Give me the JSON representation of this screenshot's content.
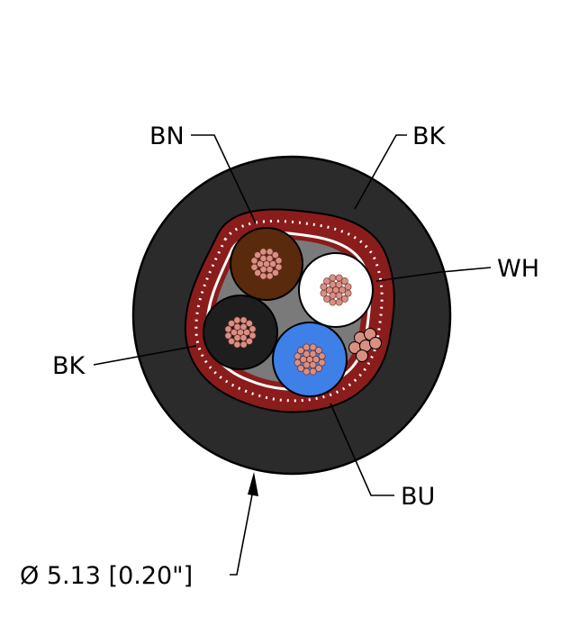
{
  "labels": {
    "top_left": "BN",
    "top_right": "BK",
    "right": "WH",
    "left": "BK",
    "bottom_right": "BU",
    "diameter": "Ø 5.13 [0.20\"]"
  },
  "colors": {
    "jacket": "#2b2b2b",
    "shield_braid": "#8a1c1c",
    "brown_core": "#5a2a0c",
    "white_core": "#ffffff",
    "black_core": "#1e1e1e",
    "blue_core": "#3f7fe8",
    "copper": "#d98f82",
    "filler": "#7a7a7a"
  }
}
